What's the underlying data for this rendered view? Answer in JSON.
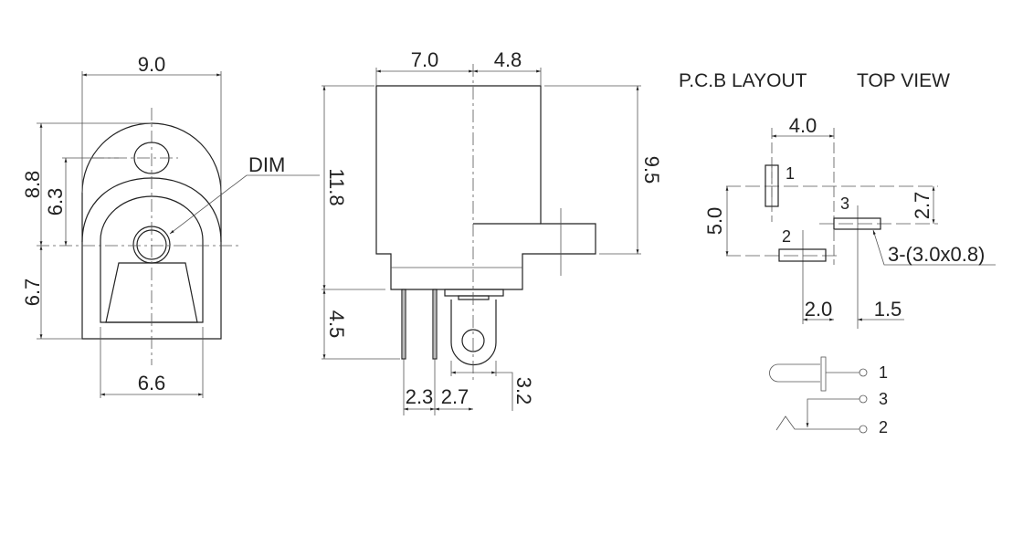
{
  "front_view": {
    "width_top": "9.0",
    "height_upper": "8.8",
    "hole_offset": "6.3",
    "height_lower": "6.7",
    "width_bottom": "6.6",
    "dim_label": "DIM"
  },
  "side_view": {
    "width_left": "7.0",
    "width_right": "4.8",
    "height_total": "11.8",
    "height_right": "9.5",
    "pin_length": "4.5",
    "pin_pitch_1": "2.3",
    "pin_pitch_2": "2.7",
    "tab_width": "3.2"
  },
  "pcb_layout": {
    "title": "P.C.B LAYOUT",
    "subtitle": "TOP VIEW",
    "dim_horizontal": "4.0",
    "dim_vertical": "5.0",
    "dim_pad3_offset": "2.7",
    "dim_pad2_offset": "2.0",
    "dim_pad3_x": "1.5",
    "pad_size_note": "3-(3.0x0.8)",
    "pads": [
      "1",
      "3",
      "2"
    ]
  },
  "schematic": {
    "pins": [
      "1",
      "3",
      "2"
    ]
  }
}
